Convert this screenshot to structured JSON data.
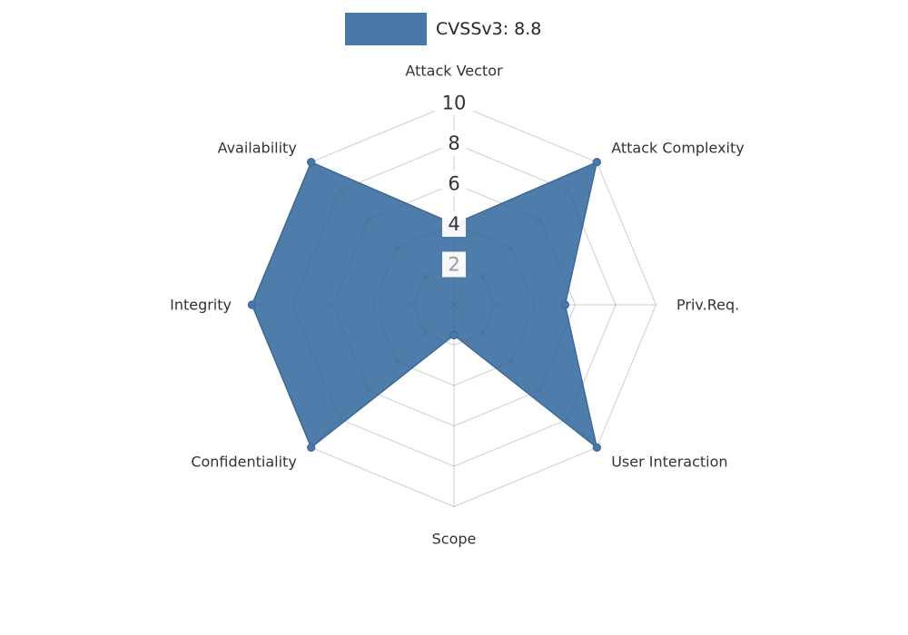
{
  "legend": {
    "label": "CVSSv3: 8.8",
    "swatch_color": "#4878a8"
  },
  "chart_data": {
    "type": "radar",
    "title": "CVSSv3: 8.8",
    "axes": [
      "Attack Vector",
      "Attack Complexity",
      "Priv.Req.",
      "User Interaction",
      "Scope",
      "Confidentiality",
      "Integrity",
      "Availability"
    ],
    "series": [
      {
        "name": "CVSSv3: 8.8",
        "values": [
          4,
          10,
          5.5,
          10,
          1.5,
          10,
          10,
          10
        ],
        "color": "#4878a8",
        "stroke_color": "#3d6a96"
      }
    ],
    "radial_ticks": [
      2,
      4,
      6,
      8,
      10
    ],
    "rlim": [
      0,
      10
    ],
    "grid": true,
    "grid_color": "rgba(73,93,113,0.30)",
    "tick_label_color": "#333333",
    "tick_label_muted_color": "#999999",
    "muted_tick": 2,
    "axis_label_color": "#333333",
    "legend_position": "top-center"
  }
}
